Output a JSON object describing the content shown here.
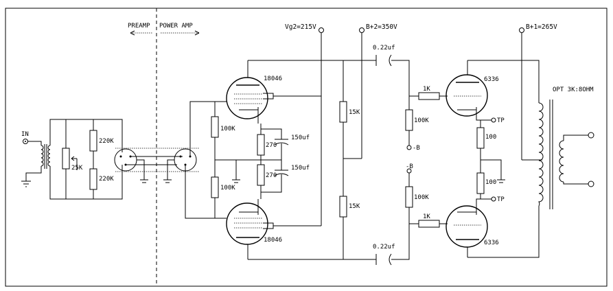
{
  "labels": {
    "preamp": "PREAMP",
    "power_amp": "POWER AMP",
    "vg2": "Vg2=215V",
    "bplus2": "B+2=350V",
    "bplus1": "B+1=265V",
    "in": "IN",
    "tube_top_left": "18046",
    "tube_bottom_left": "18046",
    "tube_top_right": "6336",
    "tube_bottom_right": "6336",
    "cap_top": "0.22uf",
    "cap_bottom": "0.22uf",
    "res_220k_top": "220K",
    "res_220k_bottom": "220K",
    "pot_25k": "25K",
    "res_100k_grid_top": "100K",
    "res_100k_grid_bottom": "100K",
    "res_270_top": "270",
    "res_270_bottom": "270",
    "cap_150_top": "150uf",
    "cap_150_bottom": "150uf",
    "res_15k_top": "15K",
    "res_15k_bottom": "15K",
    "res_100k_bias_top": "100K",
    "res_100k_bias_bottom": "100K",
    "bias_top": "-B",
    "bias_bottom": "-B",
    "res_1k_top": "1K",
    "res_1k_bottom": "1K",
    "tp_top": "TP",
    "tp_bottom": "TP",
    "res_100_top": "100",
    "res_100_bottom": "100",
    "opt": "OPT 3K:8OHM"
  }
}
